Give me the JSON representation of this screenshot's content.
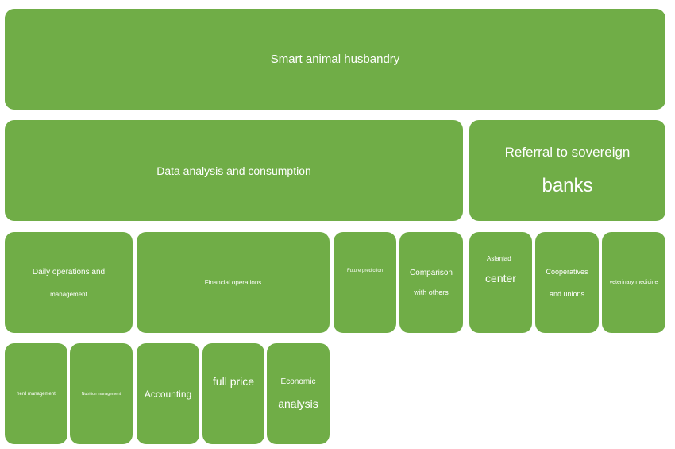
{
  "colors": {
    "box_fill": "#70ad47",
    "text": "#ffffff",
    "background": "#ffffff"
  },
  "boxes": {
    "smart_husbandry": [
      "Smart animal husbandry"
    ],
    "data_analysis": [
      "Data analysis and consumption"
    ],
    "referral_banks": [
      "Referral to sovereign",
      "banks"
    ],
    "daily_operations": [
      "Daily operations and",
      "management"
    ],
    "financial_operations": [
      "Financial operations"
    ],
    "future_prediction": [
      "Future prediction"
    ],
    "comparison": [
      "Comparison",
      "with others"
    ],
    "aslanjad_center": [
      "Aslanjad",
      "center"
    ],
    "cooperatives": [
      "Cooperatives",
      "and unions"
    ],
    "veterinary": [
      "veterinary medicine"
    ],
    "herd_management": [
      "herd management"
    ],
    "nutrition_management": [
      "Nutrition management"
    ],
    "accounting": [
      "Accounting"
    ],
    "full_price": [
      "full price"
    ],
    "economic_analysis": [
      "Economic",
      "analysis"
    ]
  }
}
